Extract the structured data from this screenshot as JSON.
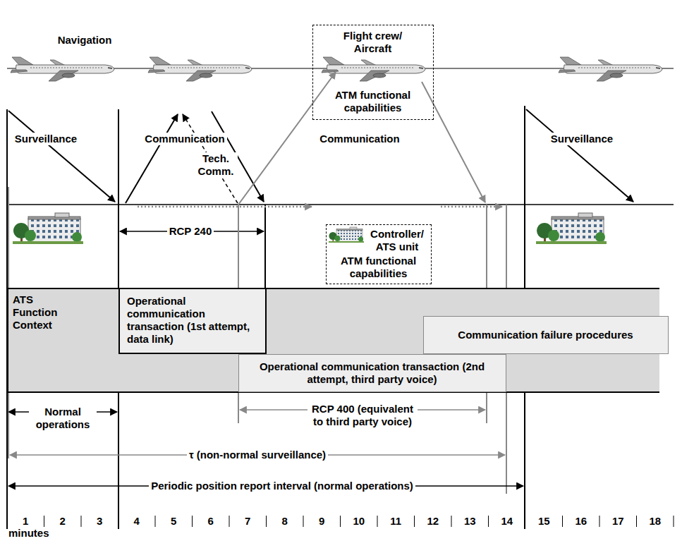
{
  "diagram": {
    "nodes": [
      {
        "text": [
          "Flight crew/ Aircraft",
          "ATM functional capabilities"
        ]
      },
      {
        "text": [
          "Controller/ ATS unit",
          "ATM functional capabilities"
        ]
      },
      {
        "text": [
          "ATS Function Context"
        ]
      },
      {
        "text": [
          "Operational communication transaction (1st attempt, data link)"
        ],
        "in": 2
      },
      {
        "text": [
          "Communication failure procedures"
        ],
        "in": 2
      },
      {
        "text": [
          "Operational communication transaction (2nd attempt, third party voice)"
        ],
        "in": 2
      }
    ],
    "labels": [
      "Navigation",
      "Surveillance",
      "Communication",
      "Tech. Comm.",
      "Communication",
      "Surveillance",
      "RCP 240",
      "Normal operations",
      "RCP 400 (equivalent to third party voice)",
      "τ (non-normal surveillance)",
      "Periodic position report interval (normal operations)",
      "1",
      "2",
      "3",
      "4",
      "5",
      "6",
      "7",
      "8",
      "9",
      "10",
      "11",
      "12",
      "13",
      "14",
      "15",
      "16",
      "17",
      "18",
      "minutes"
    ]
  }
}
